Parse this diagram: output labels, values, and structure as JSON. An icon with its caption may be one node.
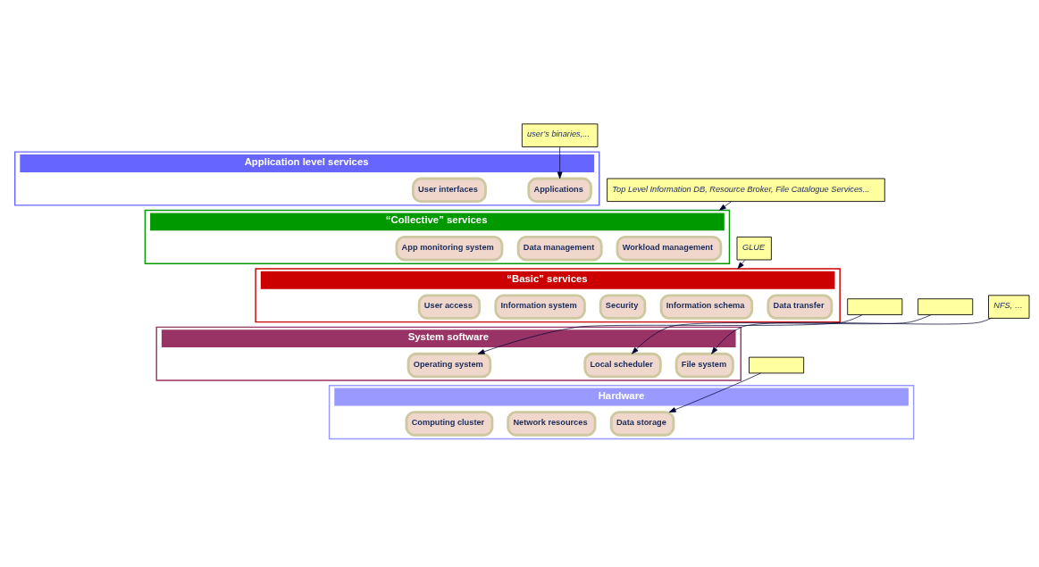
{
  "diagram": {
    "nodes": [
      {
        "text": [
          "user’s binaries,..."
        ]
      },
      {
        "text": [
          "Application level services"
        ]
      },
      {
        "text": [
          "User interfaces"
        ],
        "in": 1
      },
      {
        "text": [
          "Applications"
        ],
        "in": 1
      },
      {
        "text": [
          "Top Level Information DB, Resource Broker, File Catalogue Services..."
        ]
      },
      {
        "text": [
          "“Collective” services"
        ]
      },
      {
        "text": [
          "App monitoring system"
        ],
        "in": 5
      },
      {
        "text": [
          "Workload management"
        ],
        "in": 5
      },
      {
        "text": [
          "Data management"
        ],
        "in": 5
      },
      {
        "text": [
          "GLUE"
        ]
      },
      {
        "text": [
          "“Basic” services"
        ]
      },
      {
        "text": [
          "User access"
        ],
        "in": 10
      },
      {
        "text": [
          "Information system"
        ],
        "in": 10
      },
      {
        "text": [
          "Information schema"
        ],
        "in": 10
      },
      {
        "text": [
          "Data transfer"
        ],
        "in": 10
      },
      {
        "text": [
          "Security"
        ],
        "in": 10
      },
      {
        "text": [],
        "shape": "box"
      },
      {
        "text": [
          "NFS, …"
        ]
      },
      {
        "text": [
          "System software"
        ]
      },
      {
        "text": [
          "Operating system"
        ],
        "in": 18
      },
      {
        "text": [
          "File system"
        ],
        "in": 18
      },
      {
        "text": [
          "Local scheduler"
        ],
        "in": 18
      },
      {
        "text": [],
        "shape": "box"
      },
      {
        "text": [
          "Hardware"
        ]
      },
      {
        "text": [
          "Computing cluster"
        ],
        "in": 23
      },
      {
        "text": [
          "Network resources"
        ],
        "in": 23
      },
      {
        "text": [
          "Data storage"
        ],
        "in": 23
      },
      {
        "text": [],
        "shape": "box"
      }
    ],
    "edges": [
      {
        "from": 0,
        "to": 3,
        "arrow": "to"
      },
      {
        "from": 4,
        "to": 5,
        "arrow": "to"
      },
      {
        "from": 9,
        "to": 10,
        "arrow": "to"
      },
      {
        "from": 16,
        "to": 19,
        "arrow": "to"
      },
      {
        "from": 17,
        "to": 20,
        "arrow": "to"
      },
      {
        "from": 22,
        "to": 21,
        "arrow": "to"
      },
      {
        "from": 27,
        "to": 26,
        "arrow": "to"
      }
    ]
  }
}
